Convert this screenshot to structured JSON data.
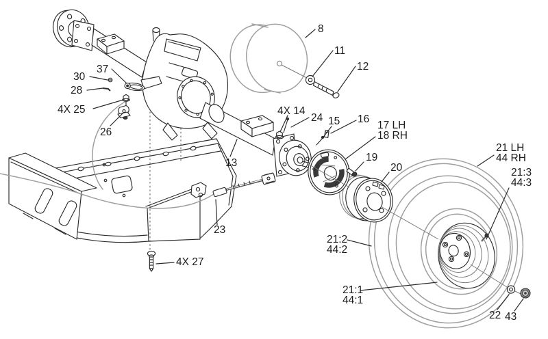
{
  "diagram": {
    "kind": "exploded-parts-diagram",
    "subject": "rear transaxle, brake and wheel assembly",
    "palette": {
      "background": "#ffffff",
      "line": "#2b2b2b",
      "soft_line": "#9f9f9f",
      "label_text": "#1c1c1c"
    },
    "callouts": {
      "c8": "8",
      "c11": "11",
      "c12": "12",
      "c13": "13",
      "c14": "4X 14",
      "c15": "15",
      "c16": "16",
      "c17": "17 LH",
      "c18": "18 RH",
      "c19": "19",
      "c20": "20",
      "c21lh": "21 LH",
      "c44rh": "44 RH",
      "c213": "21:3",
      "c443": "44:3",
      "c212": "21:2",
      "c442": "44:2",
      "c211": "21:1",
      "c441": "44:1",
      "c22": "22",
      "c43": "43",
      "c23": "23",
      "c24": "24",
      "c25": "4X 25",
      "c26": "26",
      "c27": "4X 27",
      "c28": "28",
      "c30": "30",
      "c37": "37"
    }
  }
}
